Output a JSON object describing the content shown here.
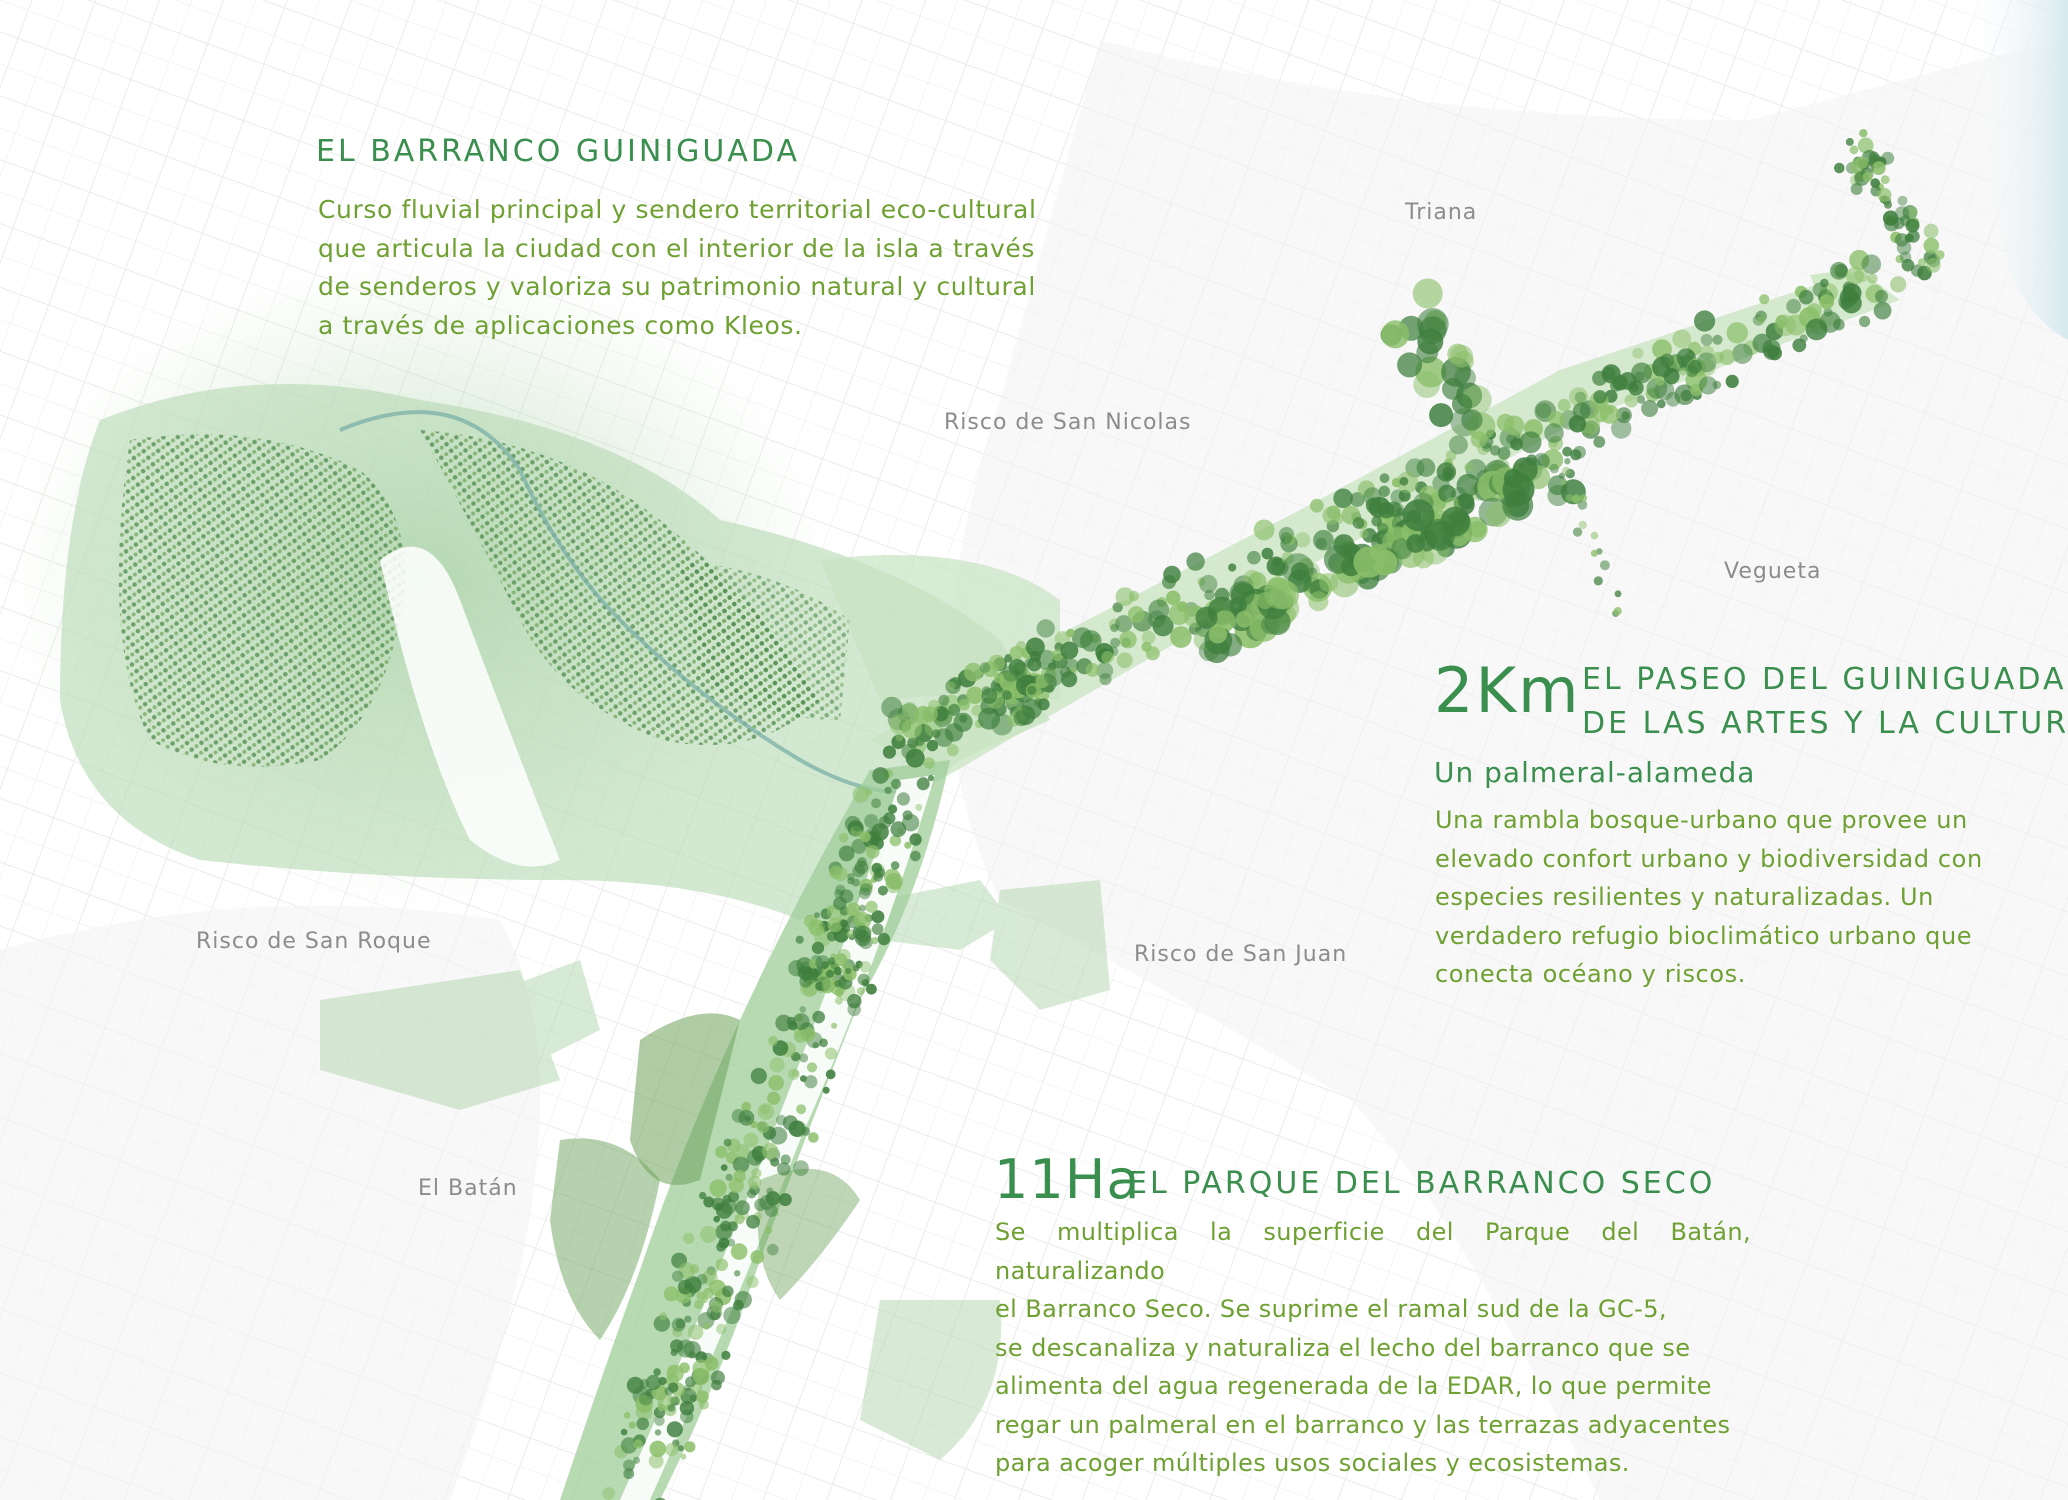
{
  "colors": {
    "heading": "#3a8f4e",
    "body_text": "#6fa032",
    "place_label": "#8c8c8c",
    "park_fill": "#a9d3a8",
    "tree_dark": "#3f7f3e",
    "tree_light": "#8bbf6a"
  },
  "places": {
    "triana": "Triana",
    "risco_san_nicolas": "Risco de San Nicolas",
    "vegueta": "Vegueta",
    "risco_san_roque": "Risco de San Roque",
    "risco_san_juan": "Risco de San Juan",
    "el_batan": "El Batán"
  },
  "barranco": {
    "title": "EL BARRANCO GUINIGUADA",
    "lines": [
      "Curso fluvial principal y sendero territorial eco-cultural",
      "que articula la ciudad con el interior de la isla a través",
      "de senderos  y valoriza su patrimonio natural y cultural",
      "a través de aplicaciones como Kleos."
    ]
  },
  "paseo": {
    "metric": "2Km",
    "title_line1": "EL PASEO DEL GUINIGUADA",
    "title_line2": "DE LAS ARTES Y LA CULTURA,",
    "subtitle": "Un palmeral-alameda",
    "lines": [
      "Una rambla bosque-urbano que provee  un",
      "elevado confort urbano y biodiversidad con",
      "especies resilientes y naturalizadas. Un",
      "verdadero refugio bioclimático urbano que",
      "conecta océano y riscos."
    ]
  },
  "parque": {
    "metric": "11Ha",
    "title": "EL PARQUE DEL BARRANCO SECO",
    "lines": [
      "Se multiplica la superficie del Parque del Batán, naturalizando",
      "el Barranco Seco. Se suprime el ramal sud de la GC-5,",
      "se descanaliza y naturaliza el lecho del barranco que se",
      "alimenta del agua regenerada de la EDAR, lo que permite",
      "regar un palmeral en el barranco y las terrazas adyacentes",
      "para acoger múltiples usos sociales y ecosistemas."
    ]
  }
}
